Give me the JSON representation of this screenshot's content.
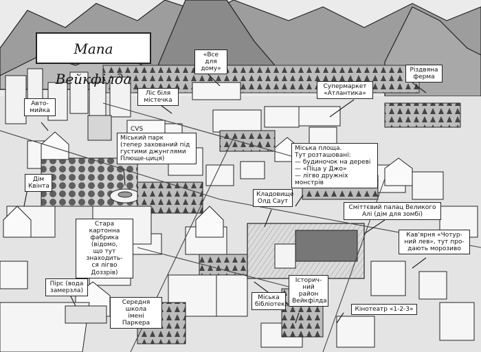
{
  "map": {
    "title": "Мапа Вейкфілда",
    "labels": {
      "all_for_home": "«Все для\nдому»",
      "christmas_farm": "Різдвяна\nферма",
      "forest": "Ліс біля\nмістечка",
      "supermarket": "Супермаркет\n«Атлантика»",
      "car_wash": "Авто-\nмийка",
      "city_park": "Міський парк\n(тепер захований під\nгустими джунглями\nПлюще-циця)",
      "city_square": "Міська площа.\nТут розташовані:\n— будиночок на дереві\n— «Піца у Джо»\n— лігво дружніх монстрів",
      "quint_house": "Дім\nКвінта",
      "old_south_cemetery": "Кладовище\nОлд Саут",
      "junk_palace": "Сміттєвий палац Великого\nАлі (дім для зомбі)",
      "old_factory": "Стара картонна\nфабрика (відомо,\nщо тут знаходить-\nся лігво Доззрів)",
      "cafe": "Кав'ярня «Чотур-\nний лев», тут про-\nдають морозиво",
      "pier": "Пірс (вода\nзамерзла)",
      "historic_district": "Історич-\nний район\nВейкфілда",
      "middle_school": "Середня школа\nімені Паркера",
      "library": "Міська\nбібліотека",
      "cinema": "Кінотеатр «1-2-3»"
    },
    "store_sign": "CVS"
  }
}
